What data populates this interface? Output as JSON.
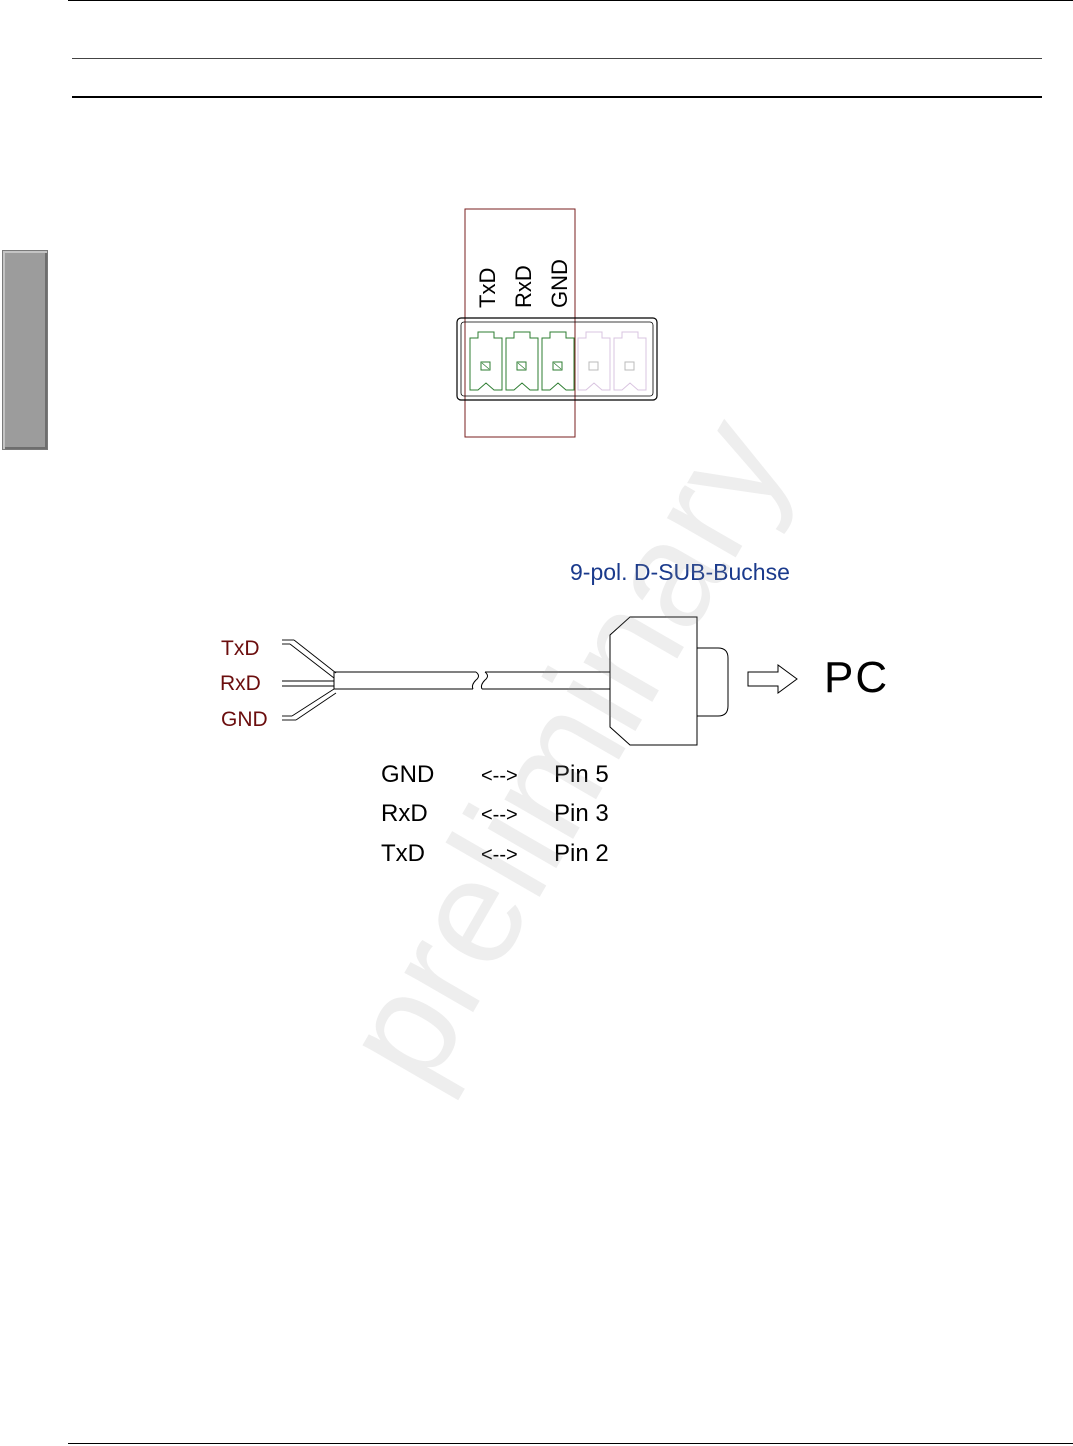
{
  "terminal_block": {
    "pins": [
      "TxD",
      "RxD",
      "GND"
    ]
  },
  "cable": {
    "wires": [
      "TxD",
      "RxD",
      "GND"
    ],
    "connector_label": "9-pol. D-SUB-Buchse",
    "target_label": "PC"
  },
  "pin_mapping": [
    {
      "signal": "GND",
      "arrow": "<-->",
      "pin": "Pin 5"
    },
    {
      "signal": "RxD",
      "arrow": "<-->",
      "pin": "Pin 3"
    },
    {
      "signal": "TxD",
      "arrow": "<-->",
      "pin": "Pin 2"
    }
  ],
  "watermark": "preliminary",
  "colors": {
    "connector_green": "#2e7d32",
    "wire_label": "#6b0d0d",
    "dsub_title": "#1a3a8c",
    "highlight_frame": "#7a1f1f"
  }
}
